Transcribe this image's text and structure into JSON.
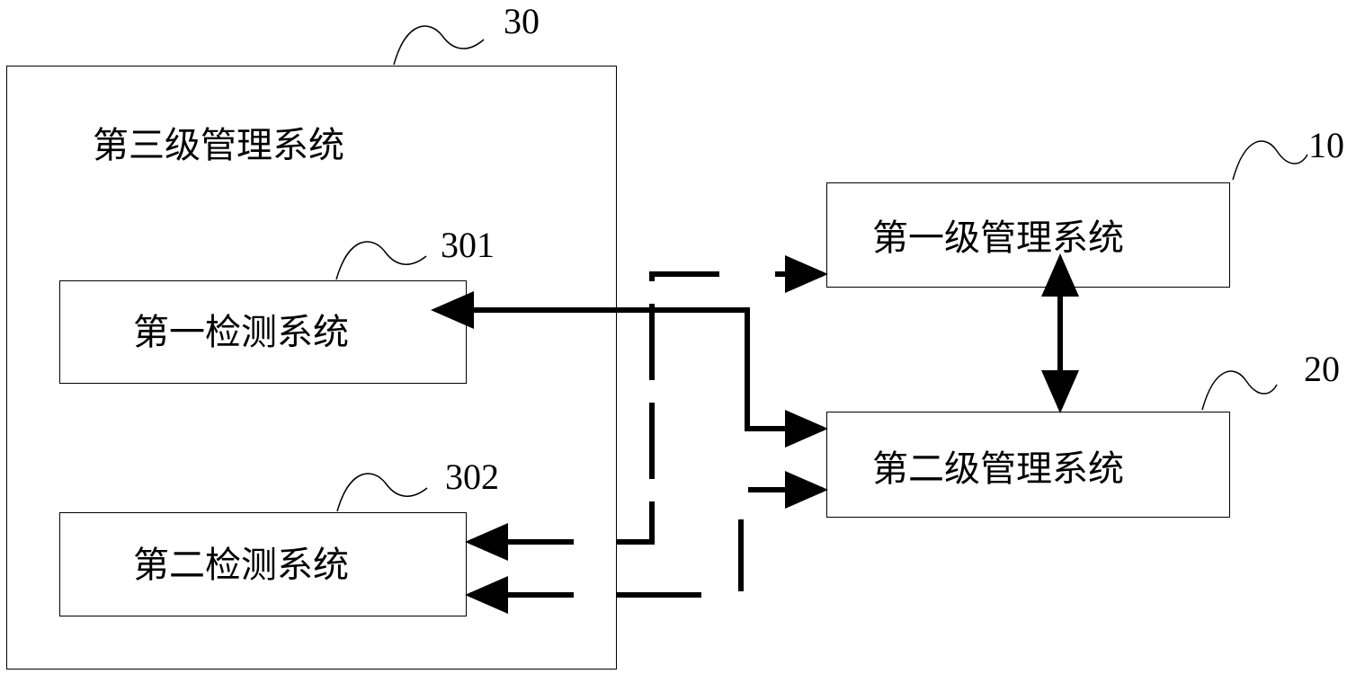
{
  "diagram": {
    "outer_box": {
      "ref": "30",
      "title": "第三级管理系统"
    },
    "detect1": {
      "ref": "301",
      "label": "第一检测系统"
    },
    "detect2": {
      "ref": "302",
      "label": "第二检测系统"
    },
    "mgmt1": {
      "ref": "10",
      "label": "第一级管理系统"
    },
    "mgmt2": {
      "ref": "20",
      "label": "第二级管理系统"
    }
  }
}
